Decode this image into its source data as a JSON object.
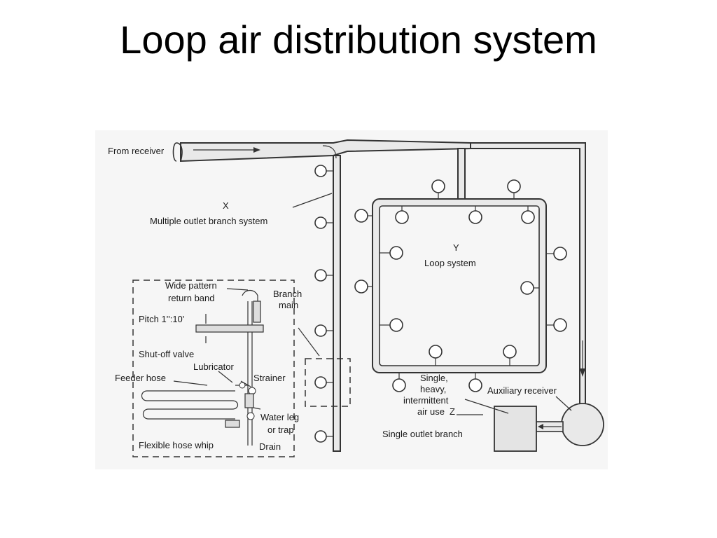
{
  "title": "Loop air distribution system",
  "labels": {
    "from_receiver": "From receiver",
    "x": "X",
    "multiple_outlet": "Multiple outlet branch system",
    "y": "Y",
    "loop_system": "Loop system",
    "wide_pattern_1": "Wide pattern",
    "wide_pattern_2": "return band",
    "branch_1": "Branch",
    "branch_2": "main",
    "pitch": "Pitch 1'':10'",
    "shutoff": "Shut-off valve",
    "lubricator": "Lubricator",
    "feeder": "Feeder hose",
    "strainer": "Strainer",
    "water_leg_1": "Water leg",
    "water_leg_2": "or trap",
    "flexible": "Flexible hose whip",
    "drain": "Drain",
    "single_1": "Single,",
    "single_2": "heavy,",
    "single_3": "intermittent",
    "single_4": "air use",
    "z": "Z",
    "single_outlet": "Single outlet branch",
    "auxiliary": "Auxiliary receiver"
  }
}
